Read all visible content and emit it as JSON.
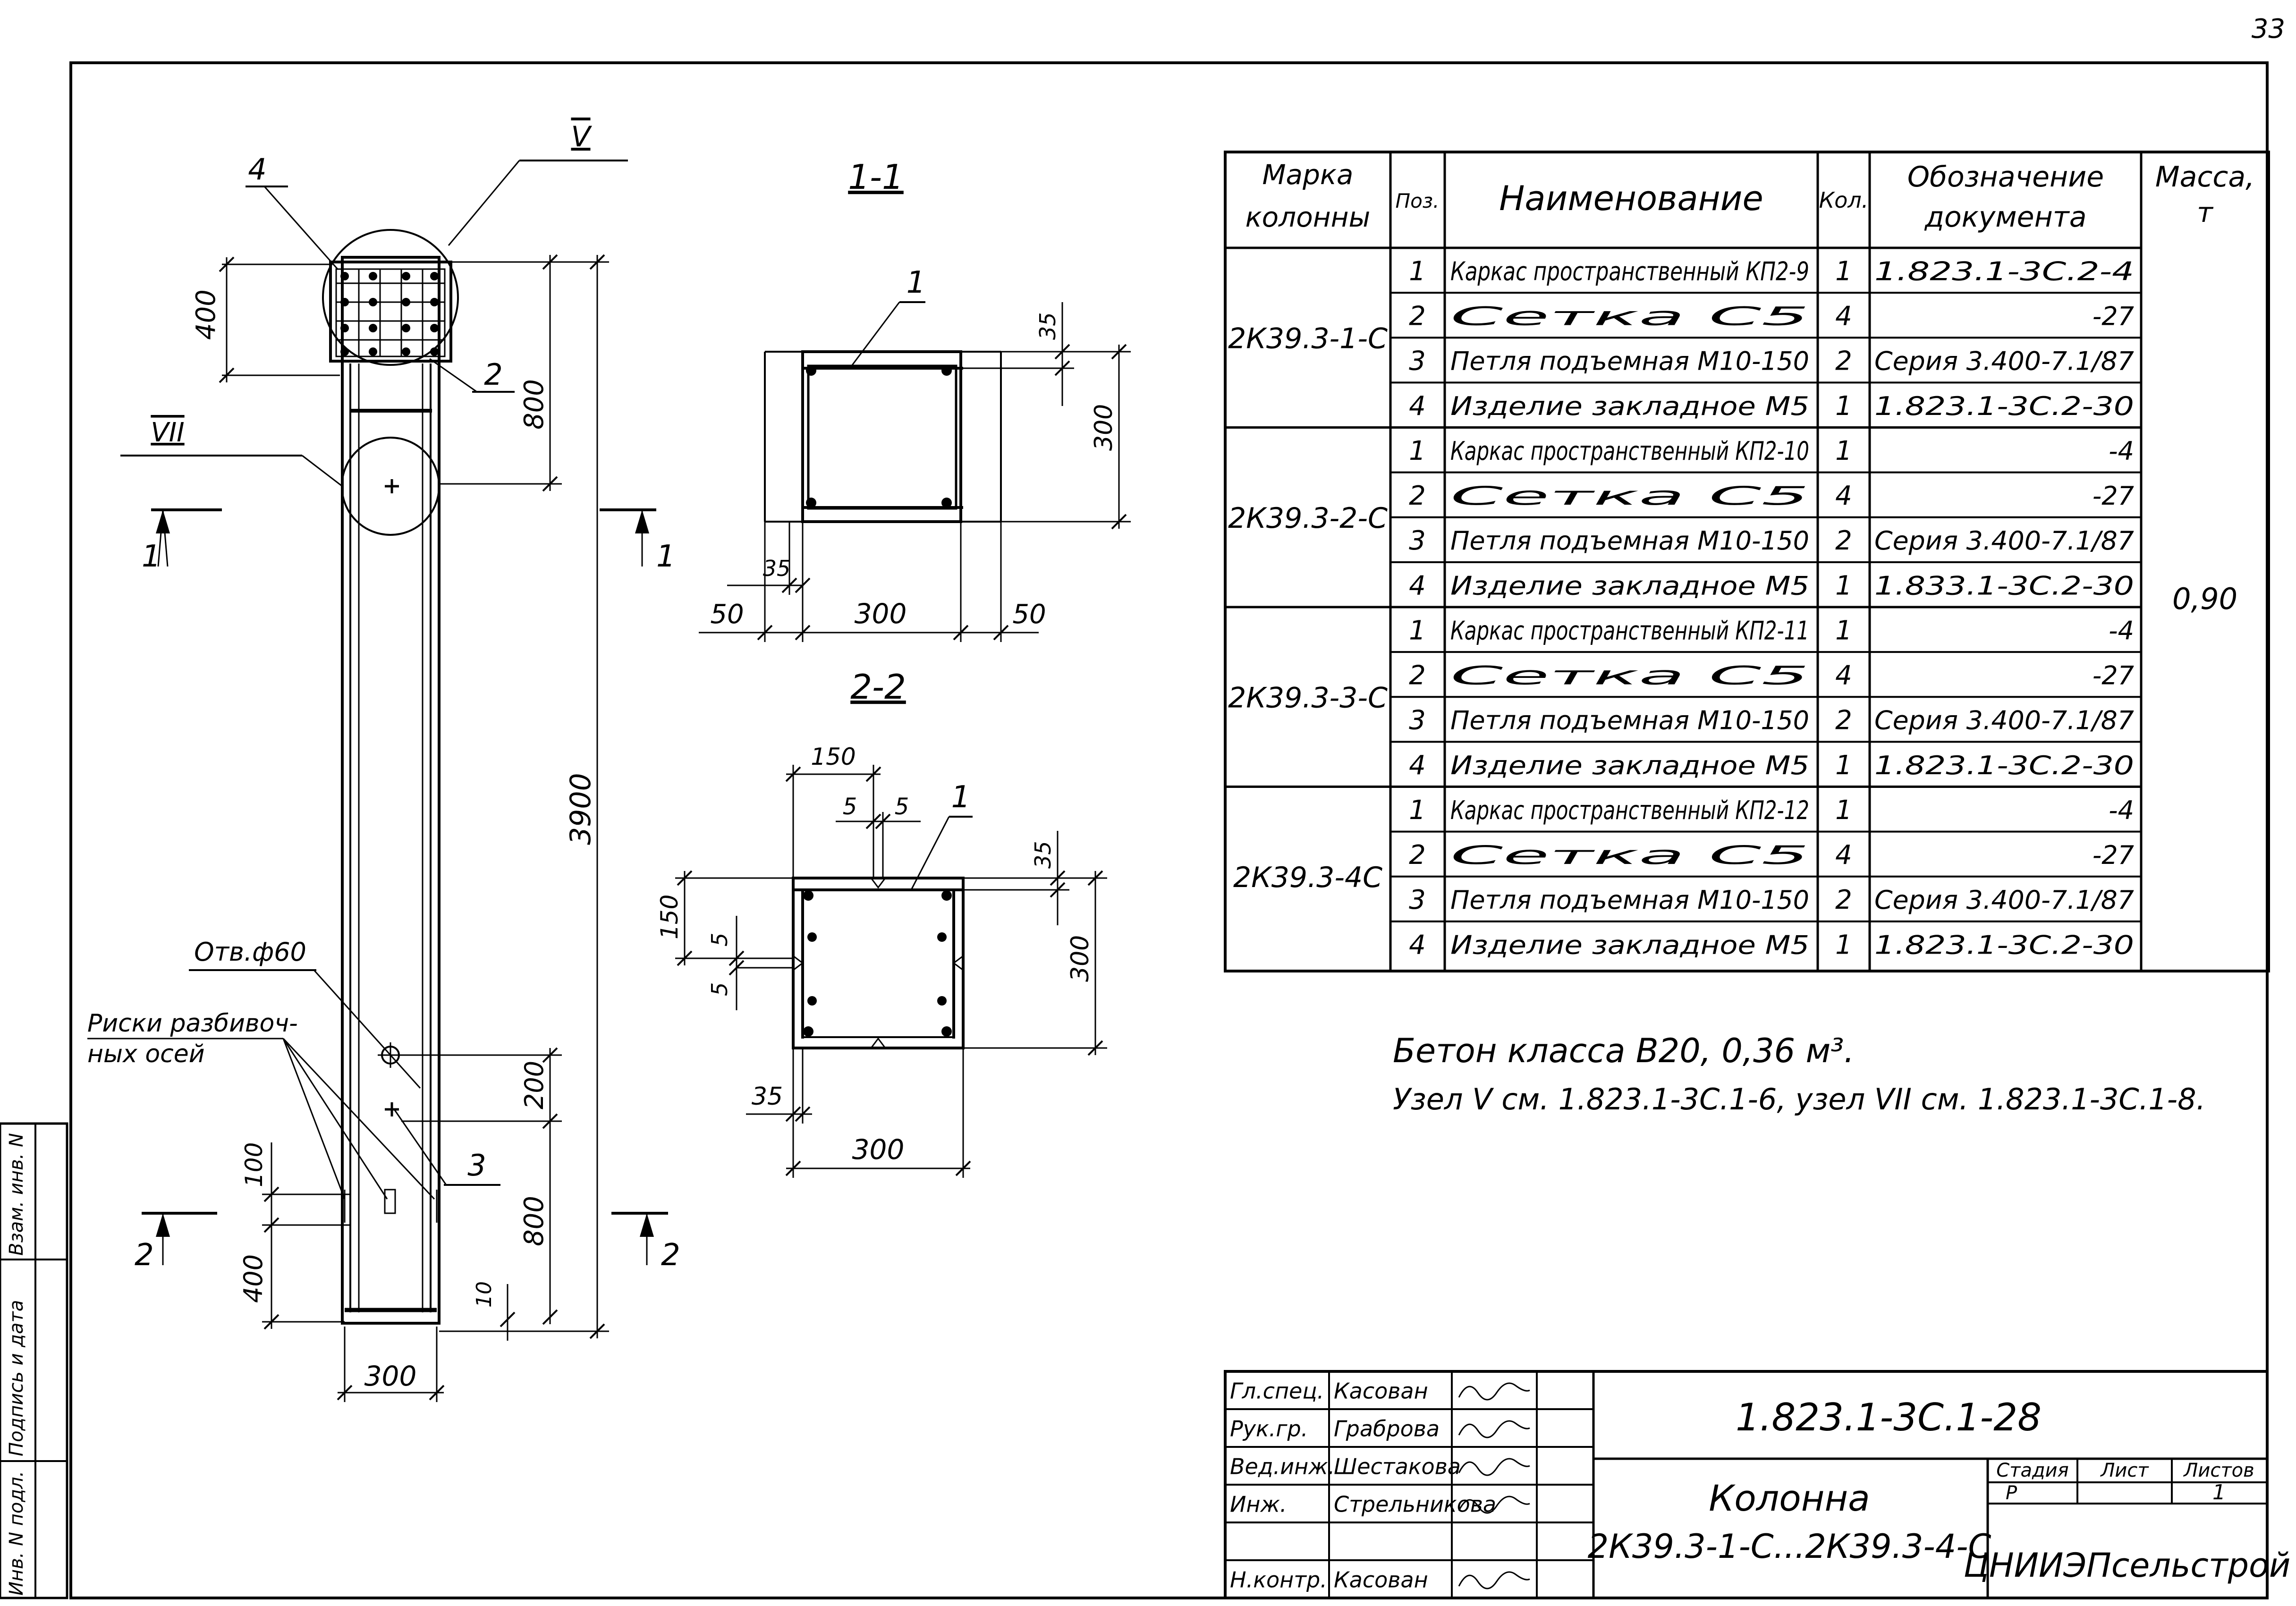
{
  "page_number": "33",
  "spec_table": {
    "headers": {
      "mark": [
        "Марка",
        "колонны"
      ],
      "pos": "Поз.",
      "name": "Наименование",
      "qty": "Кол.",
      "doc": [
        "Обозначение",
        "документа"
      ],
      "mass": [
        "Масса,",
        "т"
      ]
    },
    "groups": [
      {
        "mark": "2К39.3-1-С",
        "rows": [
          {
            "pos": "1",
            "name": "Каркас пространственный КП2-9",
            "qty": "1",
            "doc": "1.823.1-3С.2-4"
          },
          {
            "pos": "2",
            "name": "Сетка С5",
            "qty": "4",
            "doc": "-27"
          },
          {
            "pos": "3",
            "name": "Петля подъемная М10-150",
            "qty": "2",
            "doc": "Серия 3.400-7.1/87"
          },
          {
            "pos": "4",
            "name": "Изделие закладное М5",
            "qty": "1",
            "doc": "1.823.1-3С.2-30"
          }
        ]
      },
      {
        "mark": "2К39.3-2-С",
        "rows": [
          {
            "pos": "1",
            "name": "Каркас пространственный КП2-10",
            "qty": "1",
            "doc": "-4"
          },
          {
            "pos": "2",
            "name": "Сетка С5",
            "qty": "4",
            "doc": "-27"
          },
          {
            "pos": "3",
            "name": "Петля подъемная М10-150",
            "qty": "2",
            "doc": "Серия 3.400-7.1/87"
          },
          {
            "pos": "4",
            "name": "Изделие закладное М5",
            "qty": "1",
            "doc": "1.833.1-3С.2-30"
          }
        ]
      },
      {
        "mark": "2К39.3-3-С",
        "rows": [
          {
            "pos": "1",
            "name": "Каркас пространственный КП2-11",
            "qty": "1",
            "doc": "-4"
          },
          {
            "pos": "2",
            "name": "Сетка С5",
            "qty": "4",
            "doc": "-27"
          },
          {
            "pos": "3",
            "name": "Петля подъемная М10-150",
            "qty": "2",
            "doc": "Серия 3.400-7.1/87"
          },
          {
            "pos": "4",
            "name": "Изделие закладное М5",
            "qty": "1",
            "doc": "1.823.1-3С.2-30"
          }
        ]
      },
      {
        "mark": "2К39.3-4С",
        "rows": [
          {
            "pos": "1",
            "name": "Каркас пространственный КП2-12",
            "qty": "1",
            "doc": "-4"
          },
          {
            "pos": "2",
            "name": "Сетка С5",
            "qty": "4",
            "doc": "-27"
          },
          {
            "pos": "3",
            "name": "Петля подъемная М10-150",
            "qty": "2",
            "doc": "Серия 3.400-7.1/87"
          },
          {
            "pos": "4",
            "name": "Изделие закладное М5",
            "qty": "1",
            "doc": "1.823.1-3С.2-30"
          }
        ]
      }
    ],
    "mass": "0,90"
  },
  "notes": {
    "line1": "Бетон класса В20, 0,36 м³.",
    "line2": "Узел V см. 1.823.1-3С.1-6, узел VII см. 1.823.1-3С.1-8."
  },
  "elevation": {
    "node_v": "V",
    "node_vii": "VII",
    "pos_4": "4",
    "pos_2": "2",
    "pos_3": "3",
    "dim_400_top": "400",
    "dim_800_top": "800",
    "dim_3900": "3900",
    "dim_200": "200",
    "dim_800_bottom": "800",
    "dim_10": "10",
    "dim_100": "100",
    "dim_400_bottom": "400",
    "dim_300": "300",
    "hole_label": "Отв.ф60",
    "axis_marks_label": [
      "Риски разбивоч-",
      "ных осей"
    ],
    "cut1_left": "1",
    "cut1_right": "1",
    "cut2_left": "2",
    "cut2_right": "2"
  },
  "section_1_1": {
    "title": "1-1",
    "pos": "1",
    "dim_35_top": "35",
    "dim_300_right": "300",
    "dim_35_left": "35",
    "dim_50_left": "50",
    "dim_300_bottom": "300",
    "dim_50_right": "50"
  },
  "section_2_2": {
    "title": "2-2",
    "pos": "1",
    "dim_150_top": "150",
    "dim_5_a": "5",
    "dim_5_b": "5",
    "dim_35_top": "35",
    "dim_150_left": "150",
    "dim_5_left_a": "5",
    "dim_5_left_b": "5",
    "dim_300_right": "300",
    "dim_35_bottom": "35",
    "dim_300_bottom": "300"
  },
  "side_stamp": {
    "inv_no": "Инв. N подл.",
    "signature_date": "Подпись и дата",
    "replaced_inv": "Взам. инв. N"
  },
  "title_block": {
    "roles": [
      {
        "role": "Гл.спец.",
        "name": "Касован"
      },
      {
        "role": "Рук.гр.",
        "name": "Граброва"
      },
      {
        "role": "Вед.инж.",
        "name": "Шестакова"
      },
      {
        "role": "Инж.",
        "name": "Стрельникова"
      },
      {
        "role": "",
        "name": ""
      },
      {
        "role": "Н.контр.",
        "name": "Касован"
      }
    ],
    "doc_code": "1.823.1-3С.1-28",
    "item_name": "Колонна",
    "item_marks": "2К39.3-1-С...2К39.3-4-С",
    "stage_label": "Стадия",
    "sheet_label": "Лист",
    "sheets_label": "Листов",
    "stage": "Р",
    "sheet": "",
    "sheets": "1",
    "org": "ЦНИИЭПсельстрой"
  }
}
